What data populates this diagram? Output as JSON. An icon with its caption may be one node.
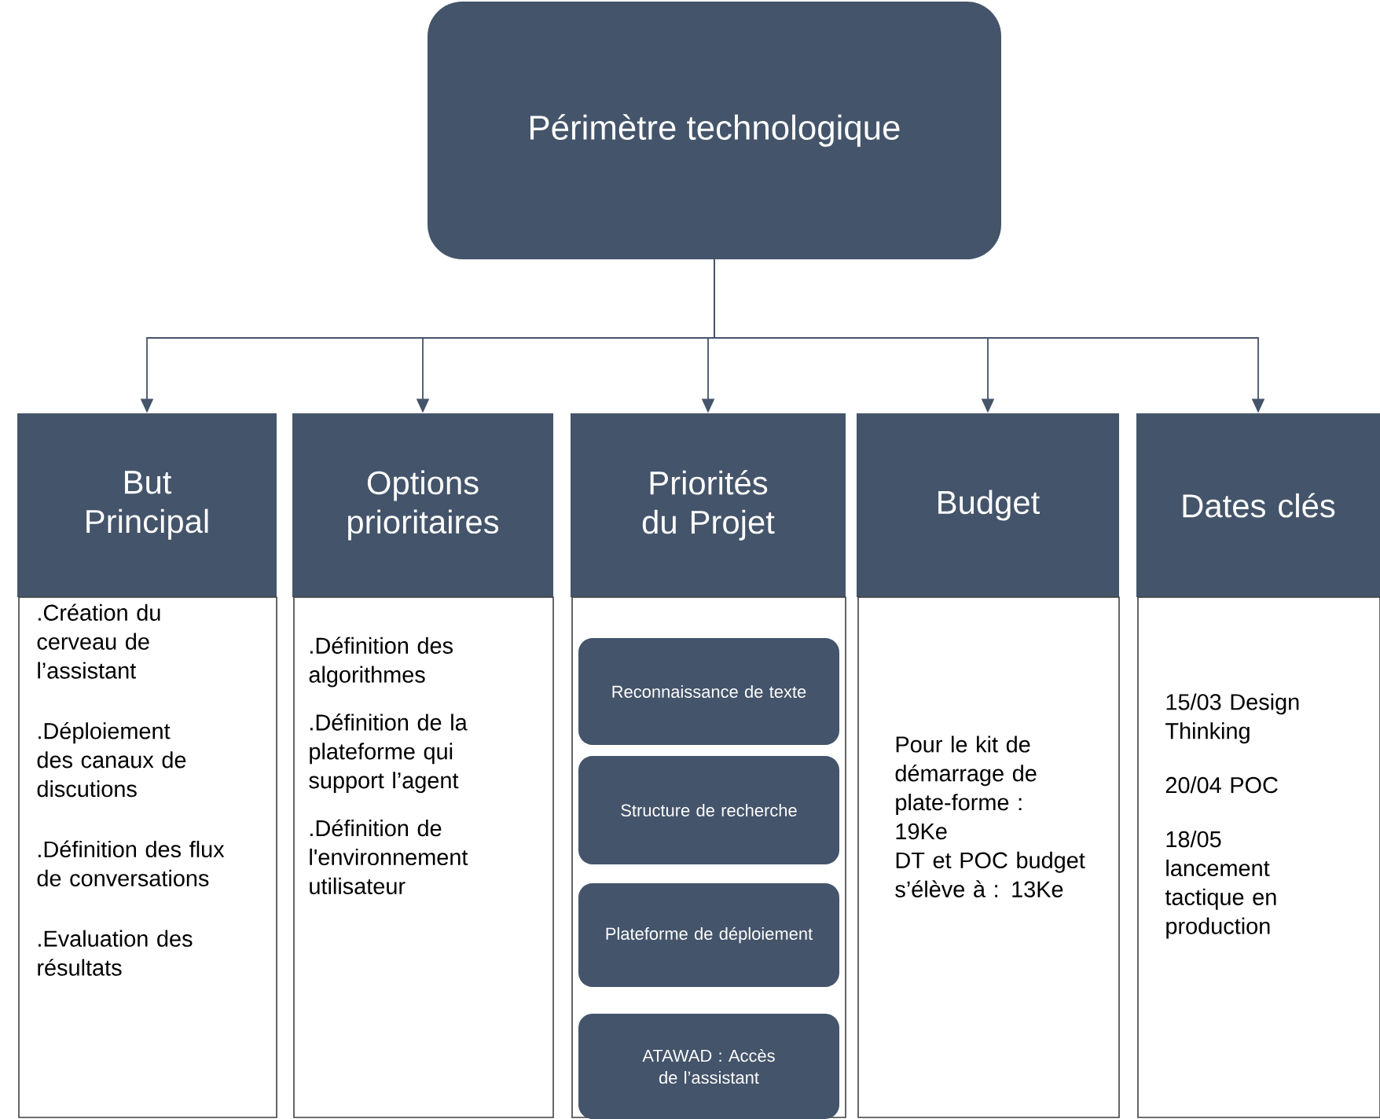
{
  "diagram": {
    "nodes": [
      {
        "text": [
          "Périmètre technologique"
        ]
      },
      {
        "text": [
          "But Principal"
        ]
      },
      {
        "text": [
          ".Création du cerveau de l’assistant",
          ".Déploiement des canaux de discutions",
          ".Définition des flux de conversations",
          ".Evaluation des résultats"
        ]
      },
      {
        "text": [
          "Options prioritaires"
        ]
      },
      {
        "text": [
          ".Définition des algorithmes",
          ".Définition de la plateforme qui support l’agent",
          ".Définition de l'environnement utilisateur"
        ]
      },
      {
        "text": [
          "Priorités du Projet"
        ]
      },
      {
        "text": [],
        "shape": "box"
      },
      {
        "text": [
          "Reconnaissance de texte"
        ],
        "in": 6
      },
      {
        "text": [
          "Structure de recherche"
        ],
        "in": 6
      },
      {
        "text": [
          "Plateforme de déploiement"
        ],
        "in": 6
      },
      {
        "text": [
          "ATAWAD : Accès de l’assistant"
        ],
        "in": 6
      },
      {
        "text": [
          "Budget"
        ]
      },
      {
        "text": [
          "Pour le kit de démarrage de plate-forme : 19Ke",
          "DT et POC budget s’élève à : 13Ke"
        ]
      },
      {
        "text": [
          "Dates clés"
        ]
      },
      {
        "text": [
          "15/03 Design Thinking",
          "20/04 POC",
          "18/05 lancement tactique en production"
        ]
      }
    ],
    "edges": [
      {
        "from": 0,
        "to": 1,
        "arrow": "to"
      },
      {
        "from": 0,
        "to": 3,
        "arrow": "to"
      },
      {
        "from": 0,
        "to": 5,
        "arrow": "to"
      },
      {
        "from": 0,
        "to": 11,
        "arrow": "to"
      },
      {
        "from": 0,
        "to": 13,
        "arrow": "to"
      }
    ]
  }
}
